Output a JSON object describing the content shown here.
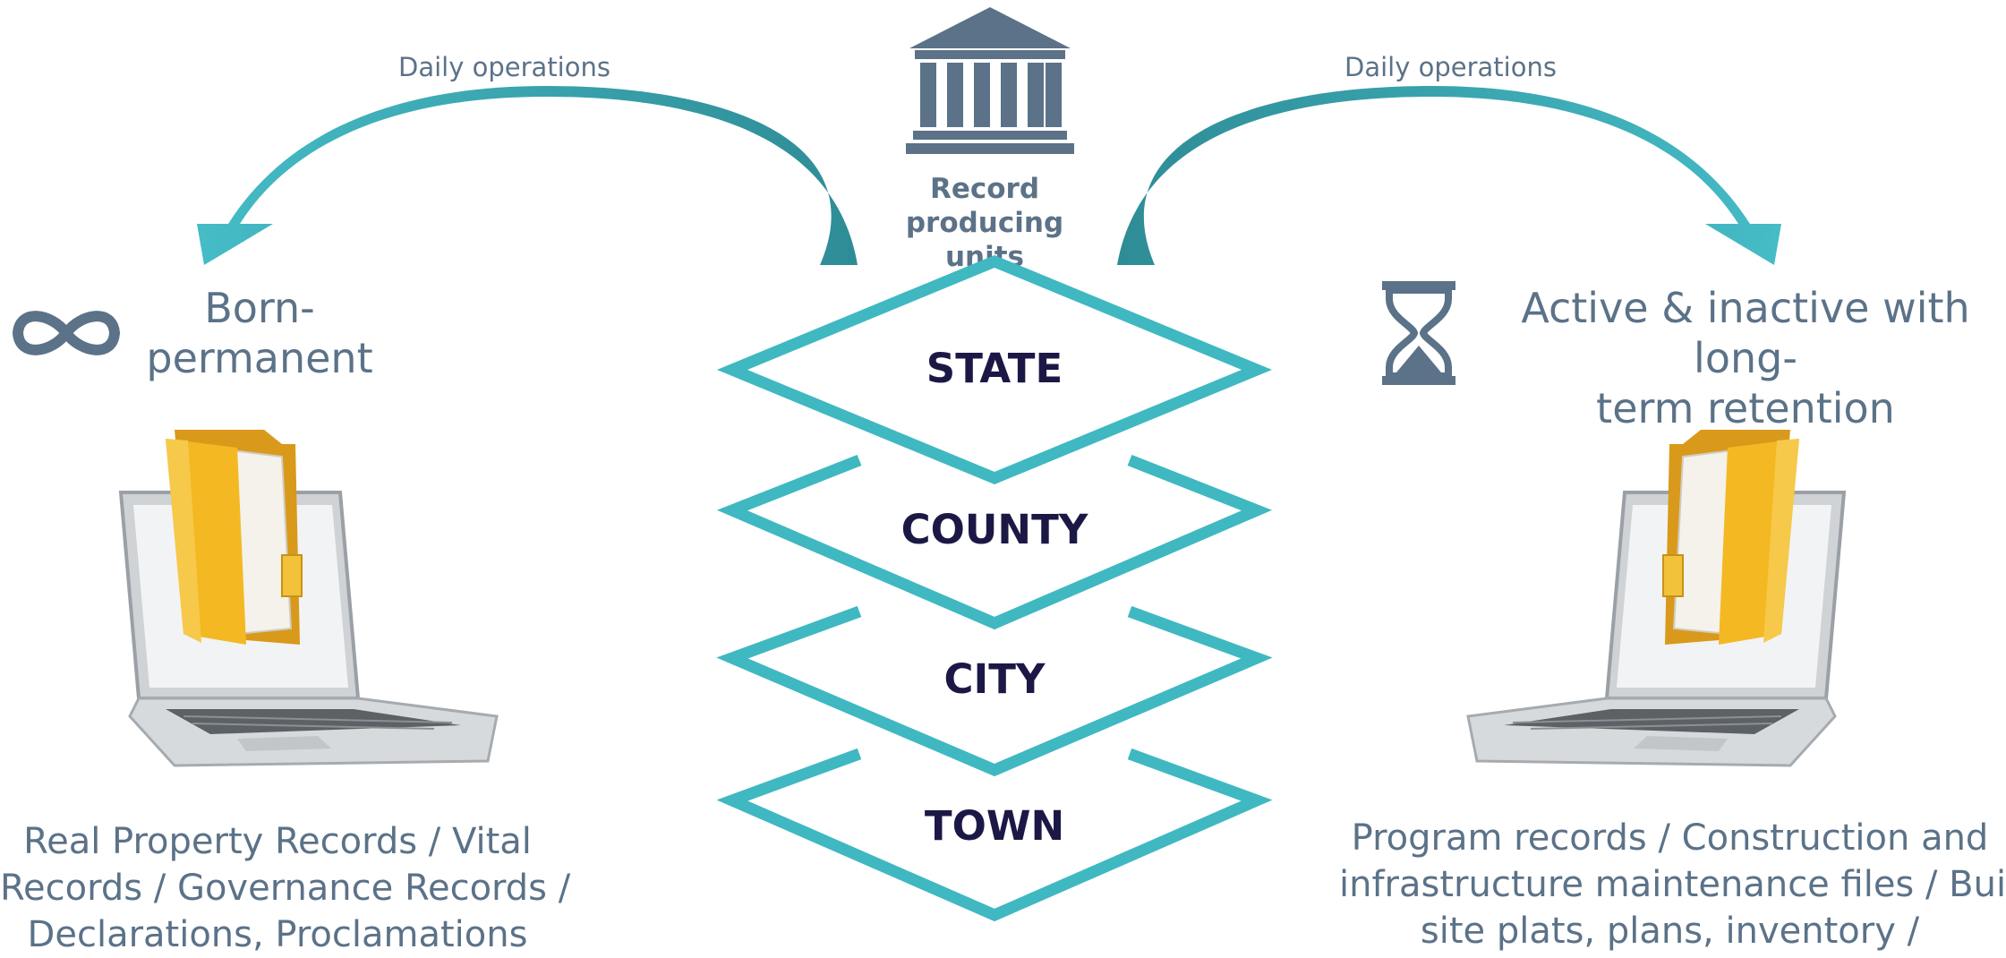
{
  "left": {
    "arrow_label": "Daily operations",
    "category_title": "Born-permanent",
    "category_line1": "Born-",
    "category_line2": "permanent",
    "description_lines": [
      "Real Property Records / Vital",
      "Records / Governance Records /",
      "Declarations, Proclamations"
    ]
  },
  "right": {
    "arrow_label": "Daily operations",
    "category_line1": "Active & inactive with long-",
    "category_line2": "term retention",
    "description_lines": [
      "Program records / Construction and",
      "infrastructure maintenance files / Building",
      "site plats, plans, inventory /"
    ]
  },
  "center": {
    "producer_line1": "Record producing",
    "producer_line2": "units",
    "levels": [
      "STATE",
      "COUNTY",
      "CITY",
      "TOWN"
    ]
  },
  "icons": {
    "building": "government-building-icon",
    "infinity": "infinity-icon",
    "hourglass": "hourglass-icon",
    "laptop": "laptop-folder-icon"
  },
  "colors": {
    "teal": "#3fb8c2",
    "teal_dark": "#2f8d97",
    "slate": "#5b7288",
    "navy": "#1c1846",
    "folder": "#f2b51d"
  }
}
